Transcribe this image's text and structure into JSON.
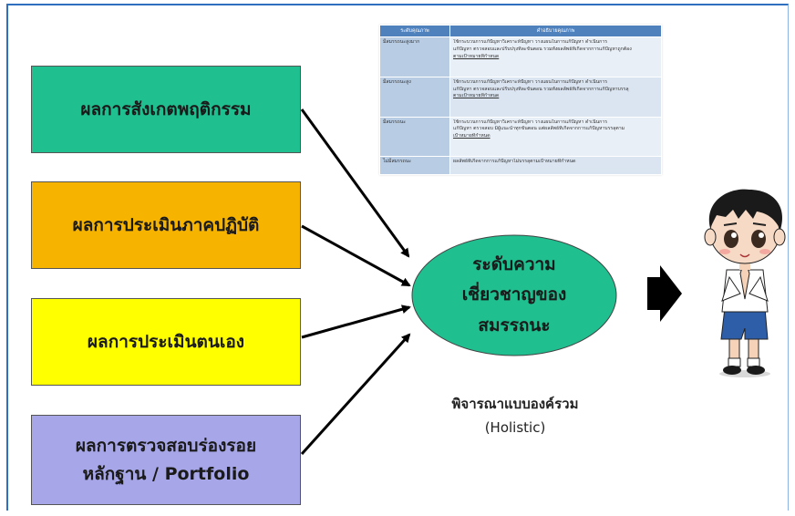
{
  "boxes": {
    "observation": "ผลการสังเกตพฤติกรรม",
    "practical": "ผลการประเมินภาคปฏิบัติ",
    "self_assessment": "ผลการประเมินตนเอง",
    "portfolio_line1": "ผลการตรวจสอบร่องรอย",
    "portfolio_line2": "หลักฐาน / Portfolio"
  },
  "center": {
    "line1": "ระดับความ",
    "line2": "เชี่ยวชาญของ",
    "line3": "สมรรถนะ"
  },
  "caption": {
    "line1": "พิจารณาแบบองค์รวม",
    "line2": "(Holistic)"
  },
  "rubric": {
    "headers": [
      "ระดับคุณภาพ",
      "คำอธิบายคุณภาพ"
    ],
    "rows": [
      {
        "level": "มีสมรรถนะสูงมาก",
        "lines": [
          "ใช้กระบวนการแก้ปัญหาวิเคราะห์ปัญหา วางแผนในการแก้ปัญหา ดำเนินการ",
          "แก้ปัญหา ตรวจสอบและปรับปรุงทีละขั้นตอน รวมทั้งผลลัพธ์ที่เกิดจากการแก้ปัญหาถูกต้อง",
          "ตามเป้าหมายที่กำหนด"
        ]
      },
      {
        "level": "มีสมรรถนะสูง",
        "lines": [
          "ใช้กระบวนการแก้ปัญหาวิเคราะห์ปัญหา วางแผนในการแก้ปัญหา ดำเนินการ",
          "แก้ปัญหา ตรวจสอบและปรับปรุงทีละขั้นตอน รวมทั้งผลลัพธ์ที่เกิดจากการแก้ปัญหาบรรลุ",
          "ตามเป้าหมายที่กำหนด"
        ]
      },
      {
        "level": "มีสมรรถนะ",
        "lines": [
          "ใช้กระบวนการแก้ปัญหาวิเคราะห์ปัญหา วางแผนในการแก้ปัญหา ดำเนินการ",
          "แก้ปัญหา ตรวจสอบ มีผู้แนะนำทุกขั้นตอน แต่ผลลัพธ์ที่เกิดจากการแก้ปัญหาบรรลุตาม",
          "เป้าหมายที่กำหนด"
        ]
      },
      {
        "level": "ไม่มีสมรรถนะ",
        "lines": [
          "ผลลัพธ์ที่เกิดจากการแก้ปัญหาไม่บรรลุตามเป้าหมายที่กำหนด"
        ]
      }
    ]
  },
  "colors": {
    "observation": "#1fbf8f",
    "practical": "#f6b400",
    "self_assessment": "#ffff00",
    "portfolio": "#a6a6e9",
    "center": "#1fbf8f"
  },
  "icons": {
    "arrow": "right-arrow-icon",
    "student": "student-character-icon"
  }
}
